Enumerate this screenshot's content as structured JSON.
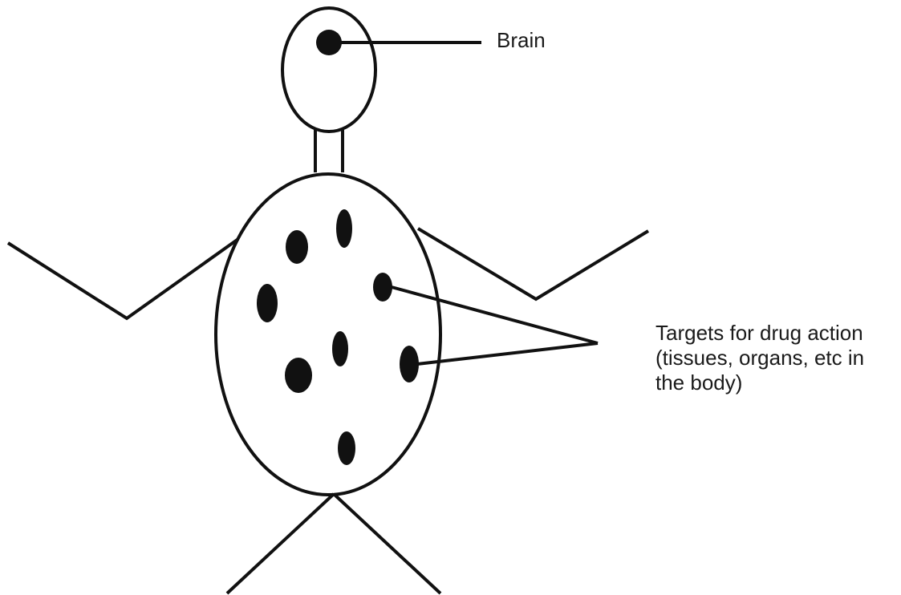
{
  "labels": {
    "brain": "Brain",
    "targets": [
      "Targets for drug action",
      "(tissues, organs, etc in",
      "the body)"
    ]
  },
  "colors": {
    "ink": "#111111",
    "text": "#1a1a1a",
    "background": "#ffffff"
  }
}
